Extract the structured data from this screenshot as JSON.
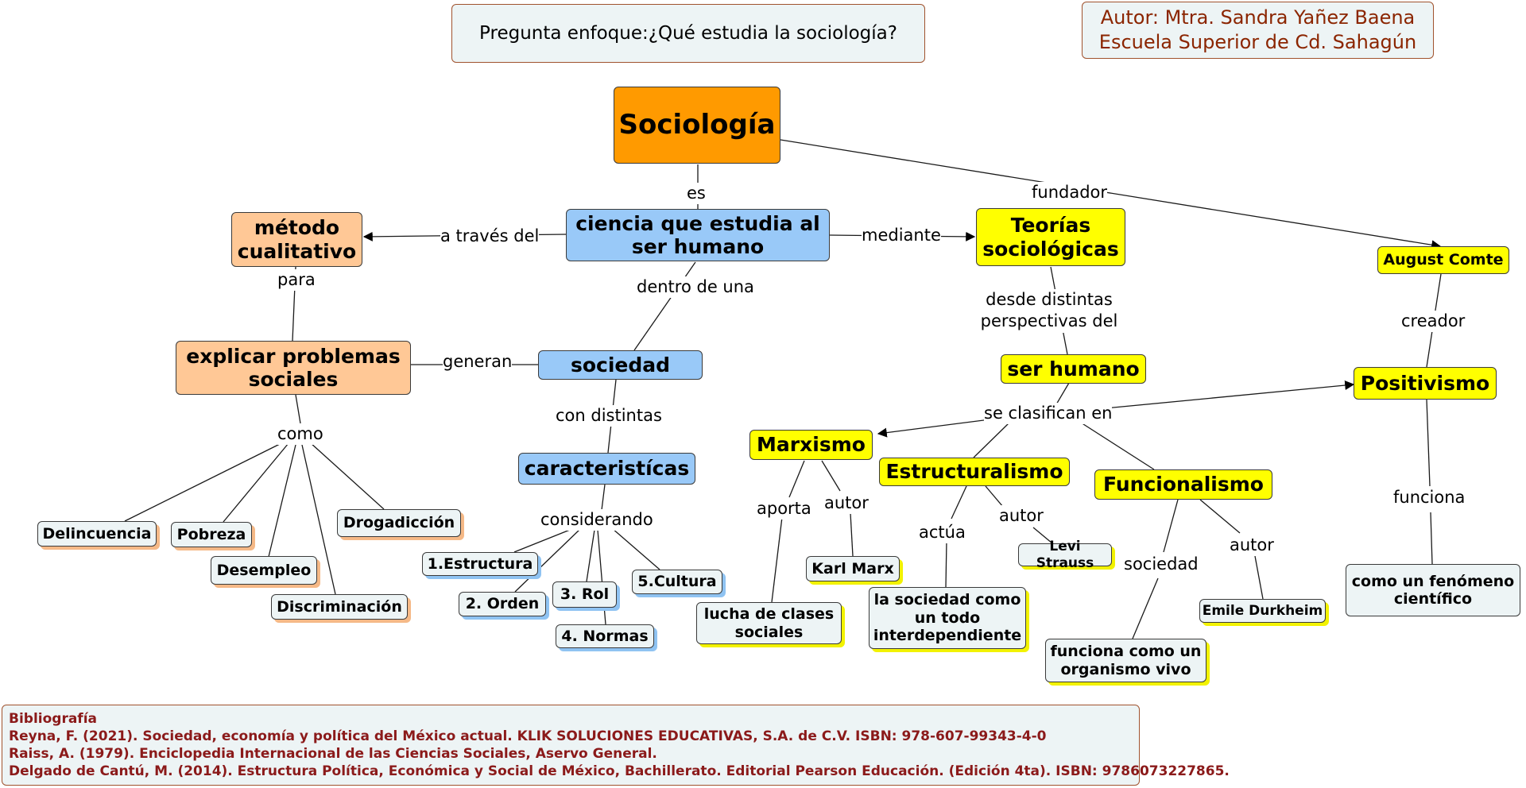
{
  "header": {
    "focus_question": "Pregunta enfoque:¿Qué estudia la sociología?",
    "author_line": "Autor: Mtra. Sandra Yañez Baena",
    "school_line": "Escuela Superior de Cd. Sahagún"
  },
  "colors": {
    "root": "#ff9a00",
    "method": "#ffc896",
    "society": "#99c9f8",
    "theories": "#ffff00",
    "leaf": "#edf4f5",
    "citation_text": "#8b1a1a"
  },
  "nodes": {
    "sociologia": "Sociología",
    "ciencia": "ciencia que estudia al ser humano",
    "metodo": "método cualitativo",
    "explicar": "explicar problemas sociales",
    "sociedad": "sociedad",
    "caracteristicas": "caracteristícas",
    "teorias": "Teorías sociológicas",
    "ser_humano": "ser humano",
    "comte": "August Comte",
    "positivismo": "Positivismo",
    "fenomeno": "como un fenómeno científico",
    "marxismo": "Marxismo",
    "estructuralismo": "Estructuralismo",
    "funcionalismo": "Funcionalismo",
    "marx": "Karl Marx",
    "lucha": "lucha de clases sociales",
    "strauss": "Levi Strauss",
    "todo": "la sociedad como un todo interdependiente",
    "durkheim": "Emile Durkheim",
    "organismo": "funciona como un organismo vivo",
    "delincuencia": "Delincuencia",
    "pobreza": "Pobreza",
    "drogadiccion": "Drogadicción",
    "desempleo": "Desempleo",
    "discriminacion": "Discriminación",
    "estructura": "1.Estructura",
    "orden": "2. Orden",
    "rol": "3. Rol",
    "normas": "4. Normas",
    "cultura": "5.Cultura"
  },
  "links": {
    "es": "es",
    "fundador": "fundador",
    "a_traves": "a través del",
    "mediante": "mediante",
    "para": "para",
    "dentro": "dentro de una",
    "desde": "desde distintas perspectivas del",
    "creador": "creador",
    "generan": "generan",
    "con_distintas": "con distintas",
    "se_clasifican": "se clasifican en",
    "como": "como",
    "considerando": "considerando",
    "aporta": "aporta",
    "autor_marx": "autor",
    "actua": "actúa",
    "autor_strauss": "autor",
    "sociedad_lbl": "sociedad",
    "autor_durkheim": "autor",
    "funciona": "funciona"
  },
  "bibliography": {
    "title": "Bibliografía",
    "entries": [
      "Reyna, F. (2021). Sociedad, economía y política del México actual. KLIK SOLUCIONES EDUCATIVAS, S.A.  de C.V. ISBN: 978-607-99343-4-0",
      "Raiss, A. (1979). Enciclopedia Internacional de las Ciencias Sociales, Aservo General.",
      "Delgado de Cantú, M. (2014). Estructura Política, Económica y Social de México, Bachillerato. Editorial Pearson Educación. (Edición 4ta). ISBN: 9786073227865."
    ]
  }
}
